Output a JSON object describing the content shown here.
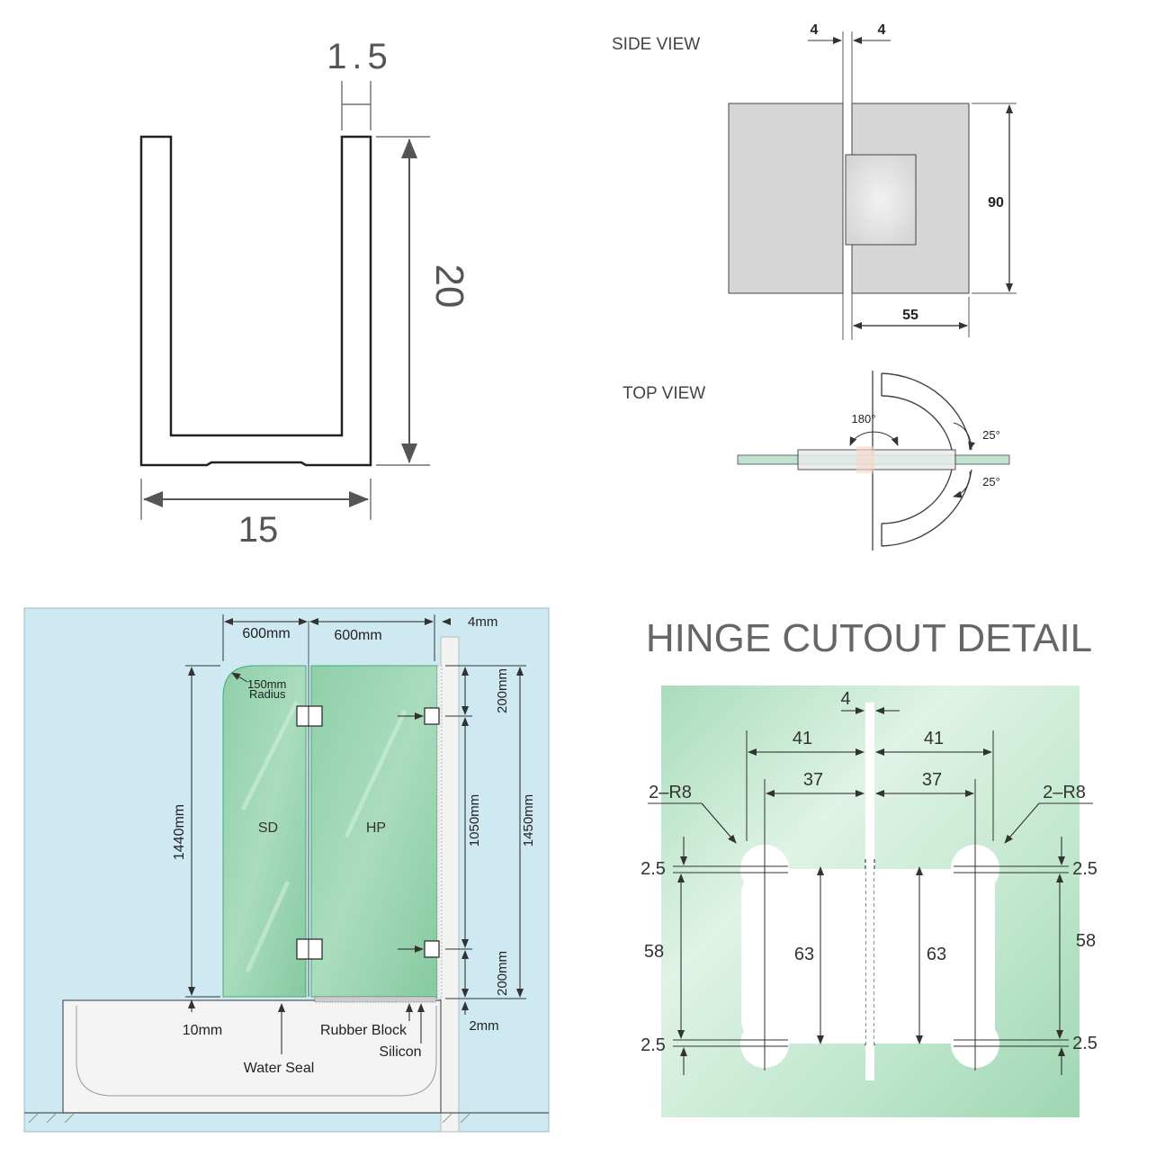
{
  "uchannel": {
    "dim_thickness": "1.5",
    "dim_height": "20",
    "dim_width": "15"
  },
  "side_view": {
    "title": "SIDE VIEW",
    "dim_gap_left": "4",
    "dim_gap_right": "4",
    "dim_height": "90",
    "dim_width": "55"
  },
  "top_view": {
    "title": "TOP VIEW",
    "angle_open": "180°",
    "angle_upper": "25°",
    "angle_lower": "25°"
  },
  "screen": {
    "width_left": "600mm",
    "width_right": "600mm",
    "gap_top": "4mm",
    "radius": "150mm\nRadius",
    "radius_line1": "150mm",
    "radius_line2": "Radius",
    "panel_left": "SD",
    "panel_right": "HP",
    "height_total_left": "1440mm",
    "hinge_top_offset": "200mm",
    "hinge_spacing": "1050mm",
    "hinge_bottom_offset": "200mm",
    "height_total_right": "1450mm",
    "gap_bottom_left": "10mm",
    "gap_bottom_right": "2mm",
    "label_rubber_block": "Rubber Block",
    "label_silicon": "Silicon",
    "label_water_seal": "Water Seal"
  },
  "cutout": {
    "title": "HINGE CUTOUT DETAIL",
    "dim_gap": "4",
    "dim_41_left": "41",
    "dim_41_right": "41",
    "dim_37_left": "37",
    "dim_37_right": "37",
    "radius_left": "2–R8",
    "radius_right": "2–R8",
    "dim_25_tl": "2.5",
    "dim_25_tr": "2.5",
    "dim_25_bl": "2.5",
    "dim_25_br": "2.5",
    "dim_58_left": "58",
    "dim_58_right": "58",
    "dim_63_left": "63",
    "dim_63_right": "63"
  },
  "colors": {
    "wall_blue": "#cfe9f2",
    "glass_green": "#9dd6b4",
    "glass_light": "#c8ecd6",
    "hinge_grey": "#d9d9d9",
    "line_dark": "#333333"
  }
}
